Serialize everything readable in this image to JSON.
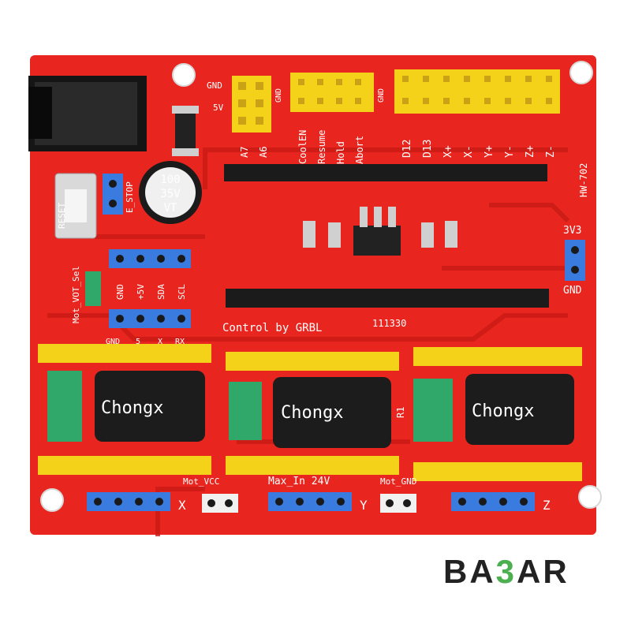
{
  "board": {
    "model": "HW-702",
    "reset_label": "RESET",
    "estop_label": "E_STOP",
    "cap_top": {
      "line1": "100",
      "line2": "35V",
      "line3": "VT"
    },
    "gnd_label": "GND",
    "v5_label": "5V",
    "a7_label": "A7",
    "a6_label": "A6",
    "header_labels": [
      "CoolEN",
      "Resume",
      "Hold",
      "Abort"
    ],
    "axis_labels": [
      "D12",
      "D13",
      "X+",
      "X-",
      "Y+",
      "Y-",
      "Z+",
      "Z-"
    ],
    "v3v3_label": "3V3",
    "v3v3_gnd_label": "GND",
    "sel_label": "Mot_VOT_Sel",
    "i2c_labels": [
      "GND",
      "+5V",
      "SDA",
      "SCL"
    ],
    "uart_labels": [
      "GND",
      "5",
      "X",
      "RX"
    ],
    "control_label": "Control by GRBL",
    "code_label": "111330",
    "driver_cap_text": "Chongx",
    "r1_label": "R1",
    "mot_vcc_label": "Mot_VCC",
    "max_in_label": "Max_In 24V",
    "mot_gnd_label": "Mot_GND",
    "axis_x": "X",
    "axis_y": "Y",
    "axis_z": "Z"
  },
  "brand": {
    "left": "BA",
    "middle": "3",
    "right": "AR"
  },
  "colors": {
    "pcb": "#e8261f",
    "trace": "#c81a14",
    "header_yellow": "#f4d21a",
    "pin_blue": "#3a7be0",
    "jumper_green": "#2fa86a",
    "capacitor": "#1c1c1c",
    "silkscreen": "#ffffff"
  }
}
